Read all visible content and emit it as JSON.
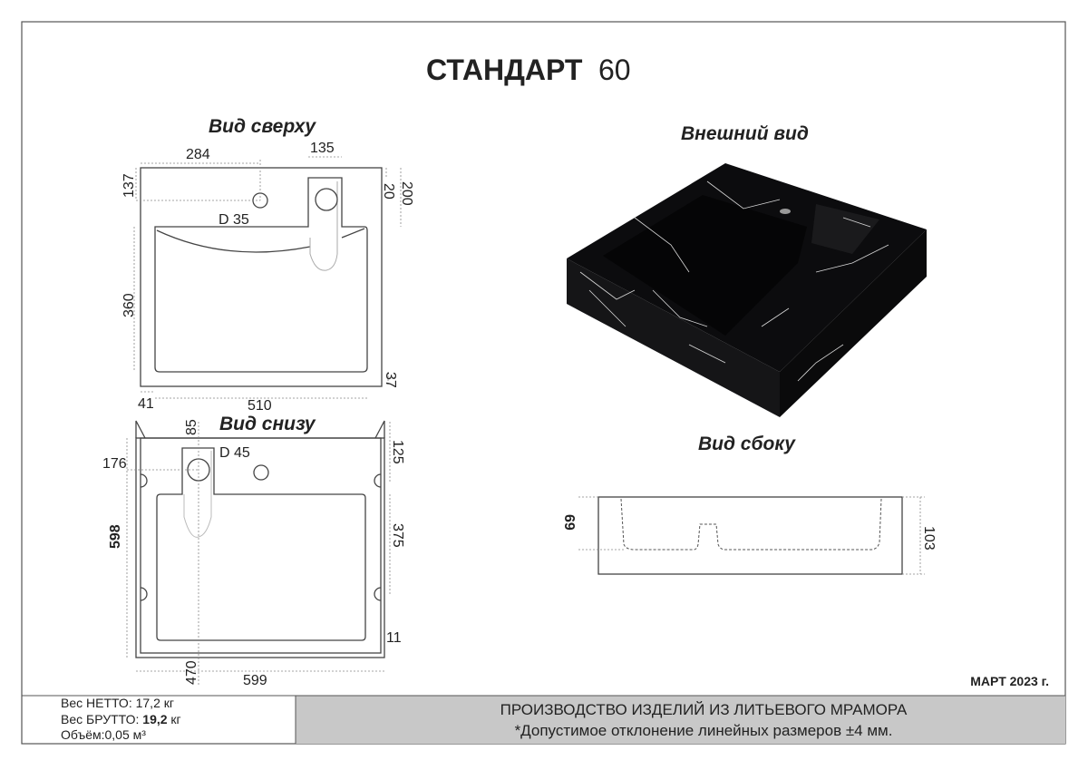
{
  "title": {
    "main": "СТАНДАРТ",
    "size": "60"
  },
  "views": {
    "top": "Вид сверху",
    "bottom": "Вид снизу",
    "exterior": "Внешний вид",
    "side": "Вид сбоку"
  },
  "top_dims": {
    "d284": "284",
    "d135": "135",
    "d137": "137",
    "d20": "20",
    "d200": "200",
    "hole": "D 35",
    "d360": "360",
    "d37": "37",
    "d41": "41",
    "d510": "510"
  },
  "bottom_dims": {
    "d85": "85",
    "hole": "D 45",
    "d176": "176",
    "d125": "125",
    "d598": "598",
    "d375": "375",
    "d11": "11",
    "d470": "470",
    "d599": "599"
  },
  "side_dims": {
    "d69": "69",
    "d103": "103"
  },
  "date": "МАРТ 2023 г.",
  "footer": {
    "net": "Вес НЕТТО: 17,2 кг",
    "gross_label": "Вес БРУТТО: ",
    "gross_value": "19,2",
    "gross_unit": " кг",
    "volume": "Объём:0,05 м³",
    "line1": "ПРОИЗВОДСТВО ИЗДЕЛИЙ ИЗ ЛИТЬЕВОГО МРАМОРА",
    "line2": "*Допустимое отклонение линейных размеров ±4 мм."
  },
  "colors": {
    "footer_bg": "#c8c8c8",
    "marble": "#0c0c0e"
  }
}
